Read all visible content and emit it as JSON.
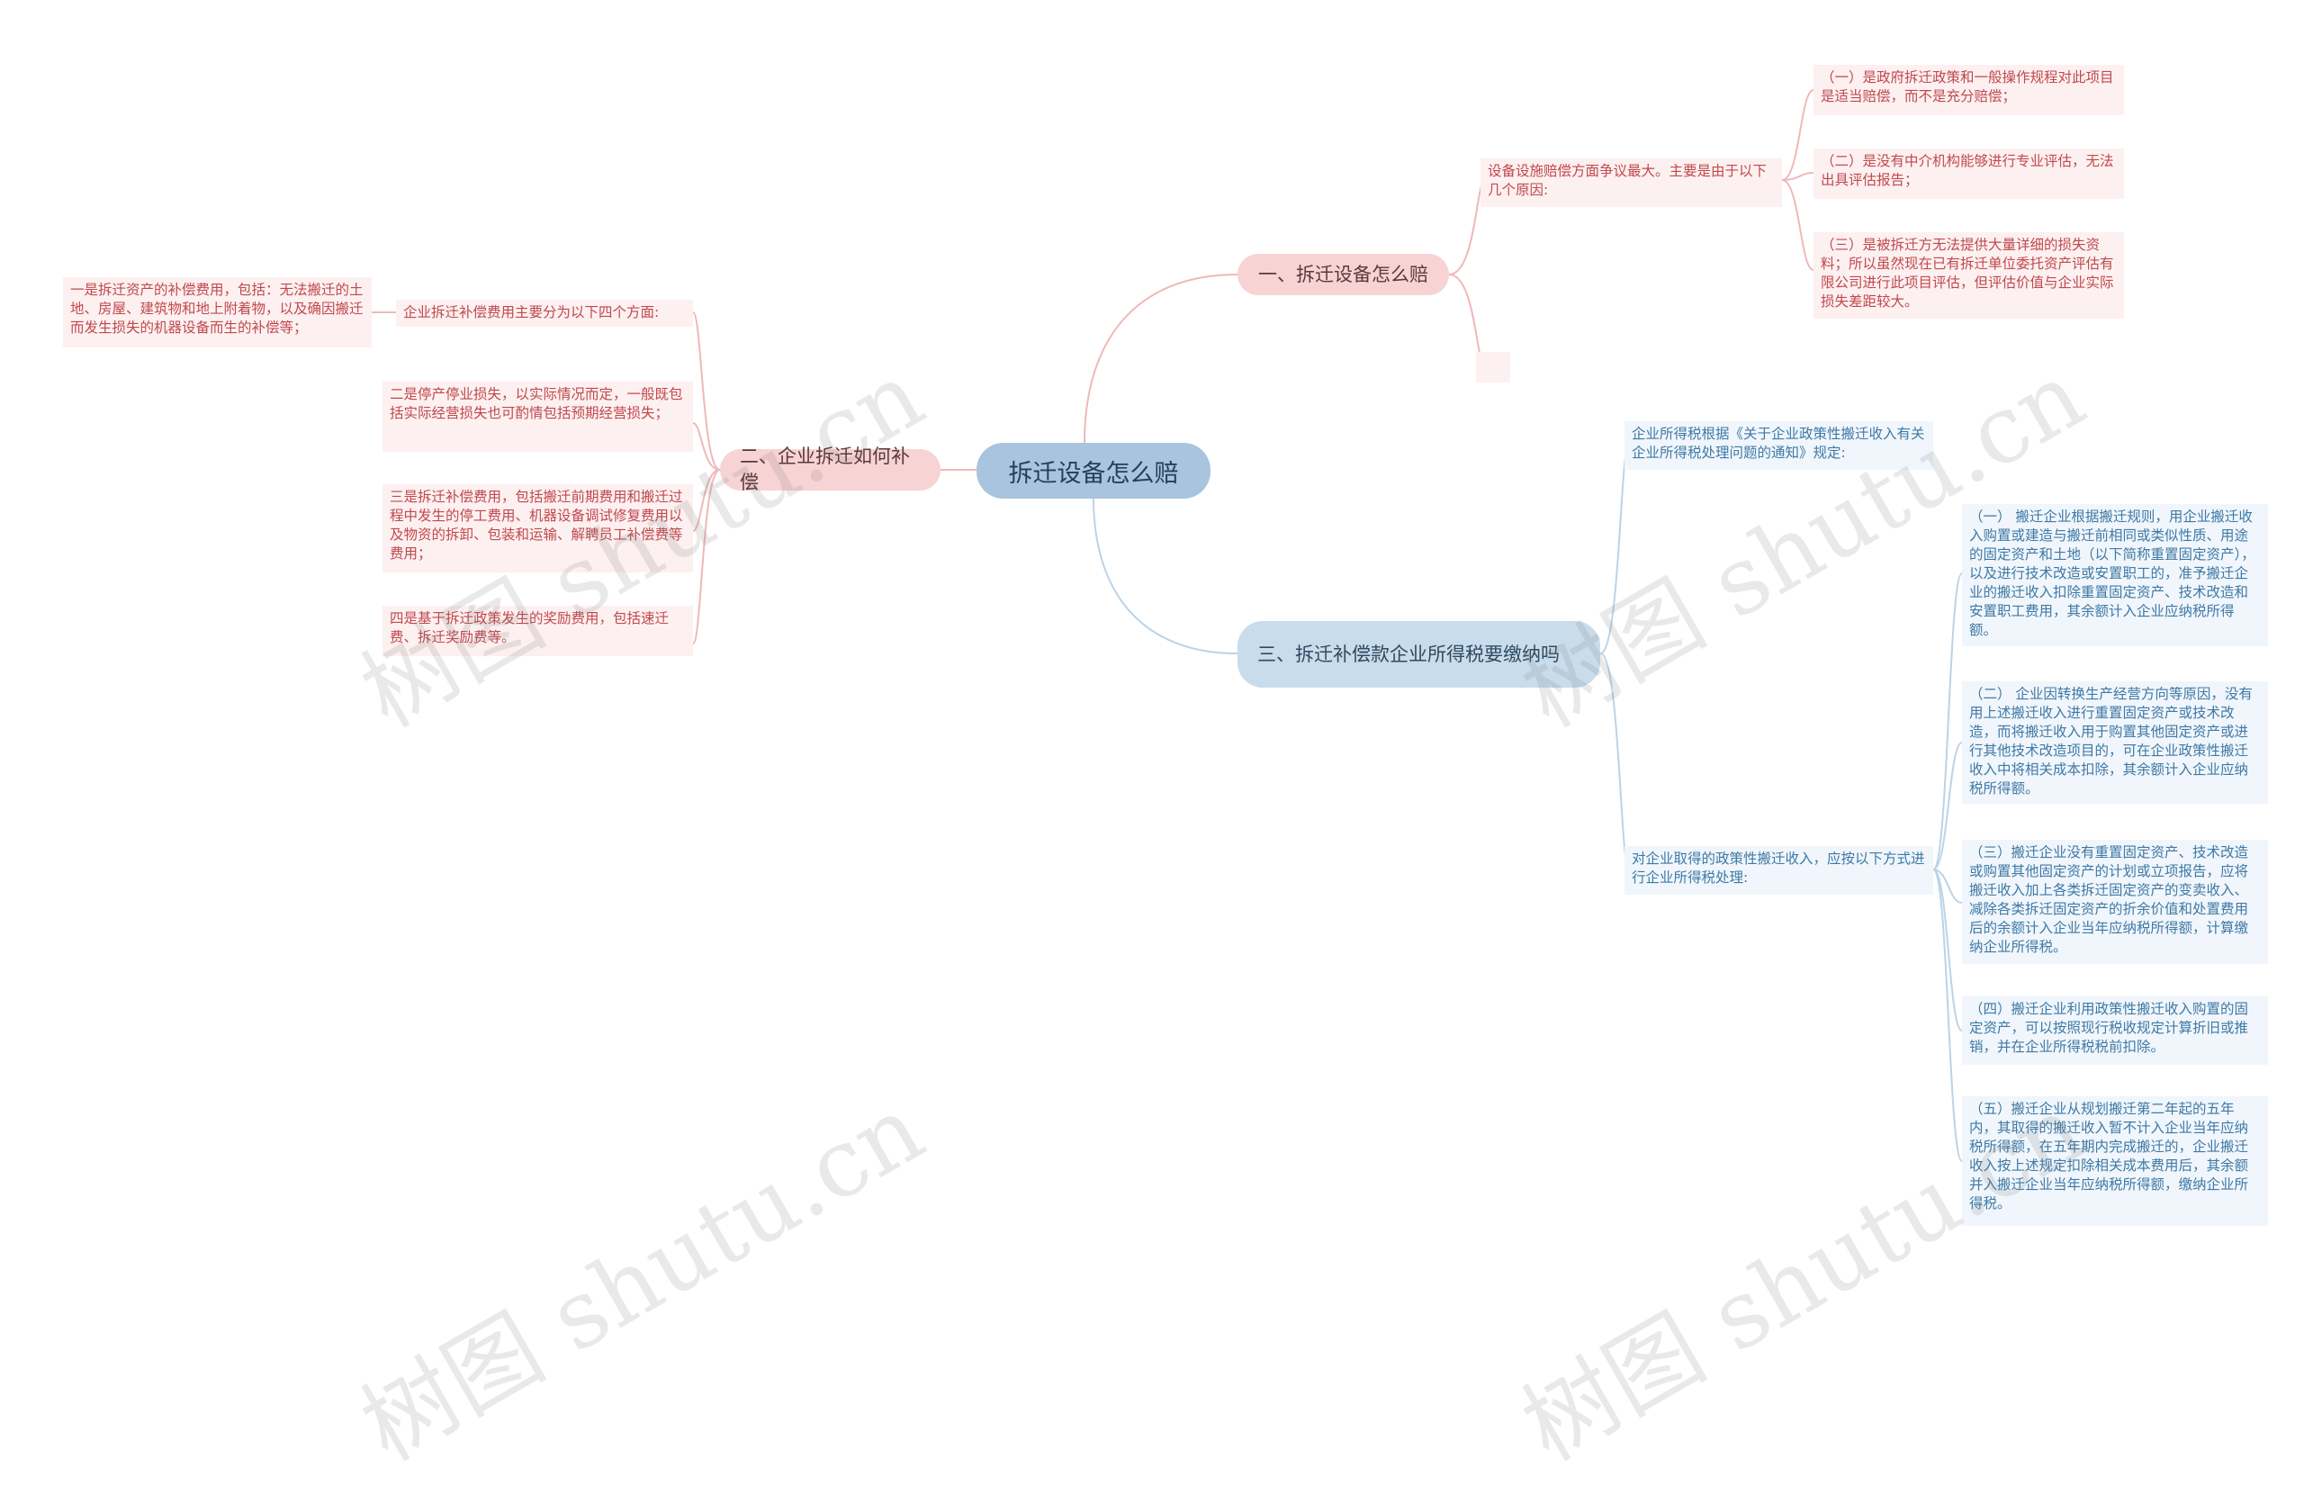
{
  "root": {
    "label": "拆迁设备怎么赔"
  },
  "branches": {
    "b1": {
      "label": "一、拆迁设备怎么赔",
      "sub": "设备设施赔偿方面争议最大。主要是由于以下几个原因:",
      "items": [
        "（一）是政府拆迁政策和一般操作规程对此项目是适当赔偿，而不是充分赔偿；",
        "（二）是没有中介机构能够进行专业评估，无法出具评估报告；",
        "（三）是被拆迁方无法提供大量详细的损失资料；所以虽然现在已有拆迁单位委托资产评估有限公司进行此项目评估，但评估价值与企业实际损失差距较大。"
      ]
    },
    "b2": {
      "label": "二、企业拆迁如何补偿",
      "sub": "企业拆迁补偿费用主要分为以下四个方面:",
      "sub_detail": "一是拆迁资产的补偿费用，包括：无法搬迁的土地、房屋、建筑物和地上附着物，以及确因搬迁而发生损失的机器设备而生的补偿等；",
      "items": [
        "二是停产停业损失，以实际情况而定，一般既包括实际经营损失也可酌情包括预期经营损失；",
        "三是拆迁补偿费用，包括搬迁前期费用和搬迁过程中发生的停工费用、机器设备调试修复费用以及物资的拆卸、包装和运输、解聘员工补偿费等费用；",
        "四是基于拆迁政策发生的奖励费用，包括速迁费、拆迁奖励费等。"
      ]
    },
    "b3": {
      "label": "三、拆迁补偿款企业所得税要缴纳吗",
      "sub1": "企业所得税根据《关于企业政策性搬迁收入有关企业所得税处理问题的通知》规定:",
      "sub2": "对企业取得的政策性搬迁收入，应按以下方式进行企业所得税处理:",
      "items": [
        "（一） 搬迁企业根据搬迁规则，用企业搬迁收入购置或建造与搬迁前相同或类似性质、用途的固定资产和土地（以下简称重置固定资产），以及进行技术改造或安置职工的，准予搬迁企业的搬迁收入扣除重置固定资产、技术改造和安置职工费用，其余额计入企业应纳税所得额。",
        "（二） 企业因转换生产经营方向等原因，没有用上述搬迁收入进行重置固定资产或技术改造，而将搬迁收入用于购置其他固定资产或进行其他技术改造项目的，可在企业政策性搬迁收入中将相关成本扣除，其余额计入企业应纳税所得额。",
        "（三）搬迁企业没有重置固定资产、技术改造或购置其他固定资产的计划或立项报告，应将搬迁收入加上各类拆迁固定资产的变卖收入、减除各类拆迁固定资产的折余价值和处置费用后的余额计入企业当年应纳税所得额，计算缴纳企业所得税。",
        "（四）搬迁企业利用政策性搬迁收入购置的固定资产，可以按照现行税收规定计算折旧或推销，并在企业所得税税前扣除。",
        "（五）搬迁企业从规划搬迁第二年起的五年内，其取得的搬迁收入暂不计入企业当年应纳税所得额，在五年期内完成搬迁的，企业搬迁收入按上述规定扣除相关成本费用后，其余额并入搬迁企业当年应纳税所得额，缴纳企业所得税。"
      ]
    }
  },
  "watermark": {
    "text": "树图 shutu.cn"
  },
  "colors": {
    "root": "#a8c4de",
    "pink_branch": "#f8d3d4",
    "blue_branch": "#c9dceb",
    "pink_text": "#c0494e",
    "blue_text": "#3f79a6",
    "pink_line": "#f0b8ba",
    "blue_line": "#bcd3e6"
  }
}
